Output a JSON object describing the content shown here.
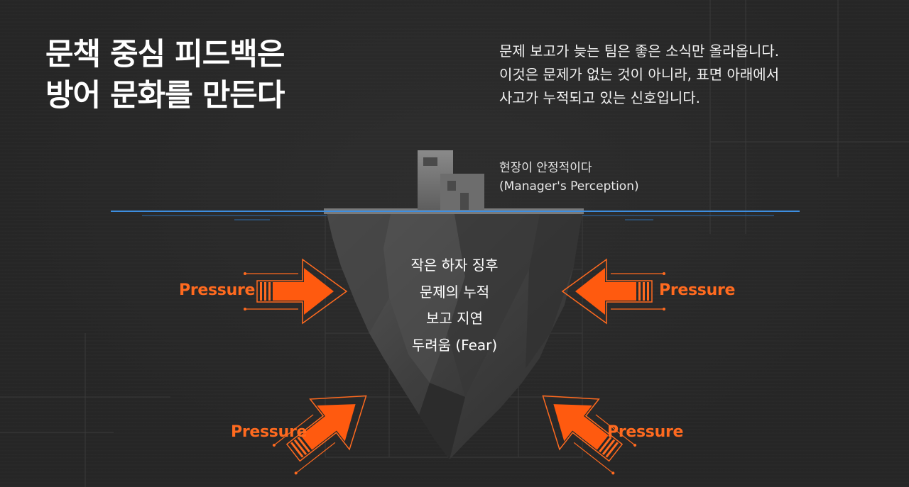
{
  "title": {
    "line1": "문책 중심 피드백은",
    "line2": "방어 문화를 만든다"
  },
  "description": {
    "line1": "문제 보고가 늦는 팀은 좋은 소식만 올라옵니다.",
    "line2": "이것은 문제가 없는 것이 아니라, 표면 아래에서",
    "line3": "사고가 누적되고 있는 신호입니다."
  },
  "surface": {
    "line1": "현장이 안정적이다",
    "line2": "(Manager's Perception)"
  },
  "underwater": {
    "items": [
      "작은 하자 징후",
      "문제의 누적",
      "보고 지연",
      "두려움 (Fear)"
    ]
  },
  "pressure_label": "Pressure",
  "colors": {
    "background": "#262626",
    "accent_orange": "#ff6a1f",
    "waterline_blue": "#3d8ee0",
    "iceberg_gray": "#4a4a4a"
  }
}
